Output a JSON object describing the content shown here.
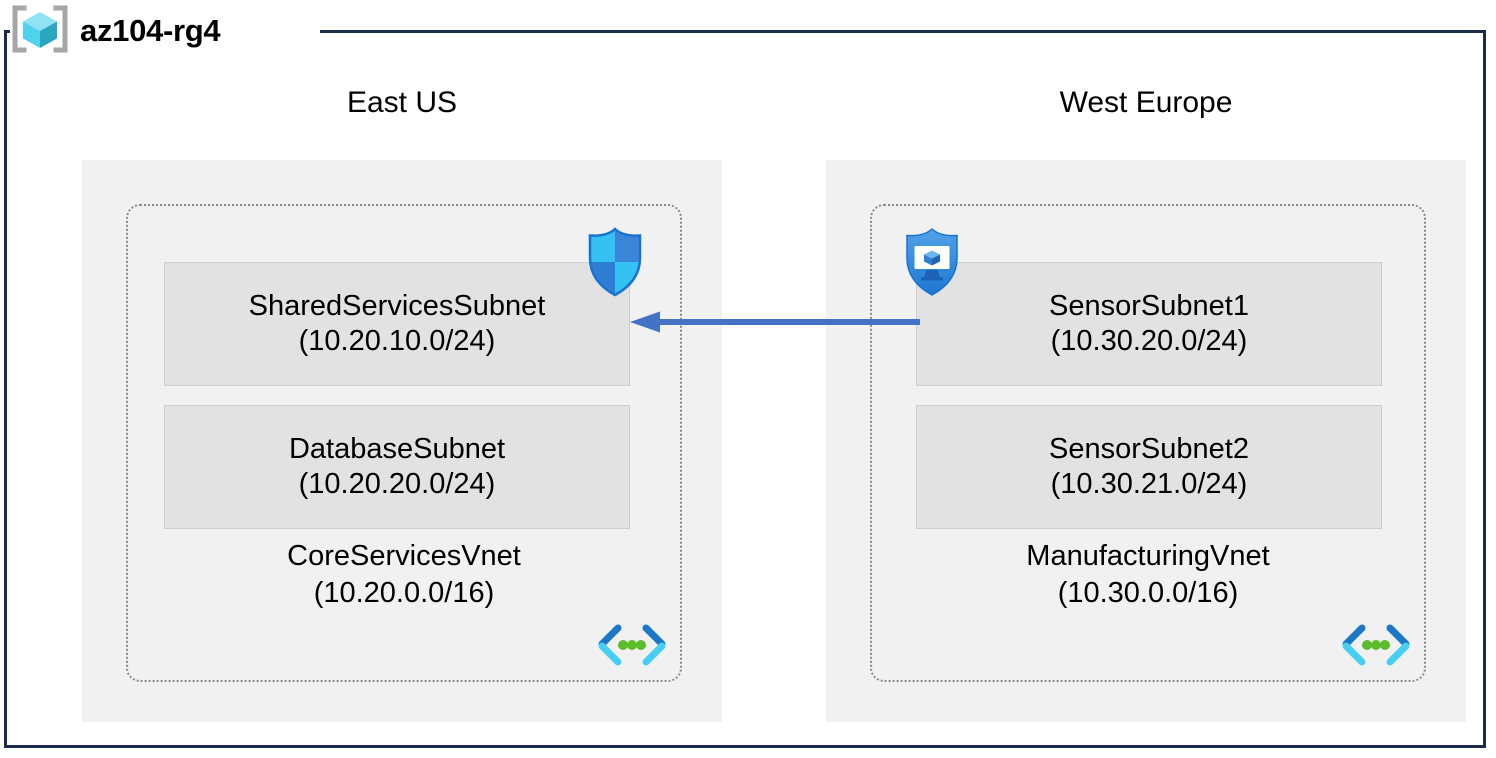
{
  "resource_group": {
    "name": "az104-rg4",
    "icon": "resource-group-cube-icon"
  },
  "regions": [
    {
      "label": "East US",
      "vnet": {
        "name": "CoreServicesVnet",
        "cidr": "(10.20.0.0/16)",
        "icon": "virtual-network-icon",
        "subnets": [
          {
            "name": "SharedServicesSubnet",
            "cidr": "(10.20.10.0/24)",
            "icon": "azure-firewall-shield-icon"
          },
          {
            "name": "DatabaseSubnet",
            "cidr": "(10.20.20.0/24)",
            "icon": null
          }
        ]
      }
    },
    {
      "label": "West Europe",
      "vnet": {
        "name": "ManufacturingVnet",
        "cidr": "(10.30.0.0/16)",
        "icon": "virtual-network-icon",
        "subnets": [
          {
            "name": "SensorSubnet1",
            "cidr": "(10.30.20.0/24)",
            "icon": "azure-bastion-shield-icon"
          },
          {
            "name": "SensorSubnet2",
            "cidr": "(10.30.21.0/24)",
            "icon": null
          }
        ]
      }
    }
  ],
  "connection": {
    "type": "vnet-peering-arrow",
    "direction": "right-to-left",
    "label": ""
  },
  "colors": {
    "frame_border": "#1A2B4C",
    "region_fill": "#F1F1F1",
    "vnet_border": "#8A8A8A",
    "subnet_fill": "#E2E2E2",
    "subnet_border": "#CDCDCD",
    "arrow": "#4472C4",
    "cube_light": "#8FE3F5",
    "cube_mid": "#3FC8E4",
    "cube_dark": "#2BA6BF",
    "bracket_gray": "#A6A6A6",
    "shield_cyan": "#35C1F1",
    "shield_blue": "#2E7FD4",
    "bastion_blue": "#3A8DDE",
    "vnet_icon_dark": "#1B77C8",
    "vnet_icon_cyan": "#46CFF2",
    "vnet_icon_green": "#5BBD2A",
    "text": "#000000"
  }
}
